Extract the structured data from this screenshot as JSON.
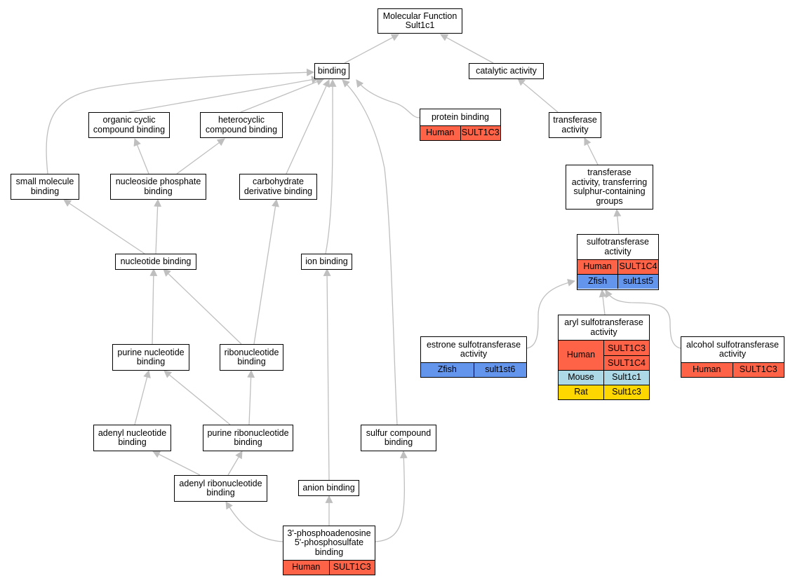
{
  "colors": {
    "edge": "#bfbfbf",
    "human": "#ff6347",
    "zfish": "#6495ed",
    "mouse": "#add8e6",
    "rat": "#ffd700"
  },
  "nodes": {
    "root": {
      "title": "Molecular Function\nSult1c1"
    },
    "binding": {
      "title": "binding"
    },
    "catalytic": {
      "title": "catalytic activity"
    },
    "organic_cyclic": {
      "title": "organic cyclic\ncompound binding"
    },
    "heterocyclic": {
      "title": "heterocyclic\ncompound binding"
    },
    "protein_binding": {
      "title": "protein binding",
      "annotations": [
        {
          "species": "Human",
          "genes": [
            "SULT1C3"
          ]
        }
      ]
    },
    "transferase": {
      "title": "transferase\nactivity"
    },
    "small_molecule": {
      "title": "small molecule\nbinding"
    },
    "nucleoside_phosphate": {
      "title": "nucleoside phosphate\nbinding"
    },
    "carbohydrate": {
      "title": "carbohydrate\nderivative binding"
    },
    "transferase_sulphur": {
      "title": "transferase\nactivity, transferring\nsulphur-containing\ngroups"
    },
    "nucleotide": {
      "title": "nucleotide binding"
    },
    "ion": {
      "title": "ion binding"
    },
    "sulfotransferase": {
      "title": "sulfotransferase\nactivity",
      "annotations": [
        {
          "species": "Human",
          "genes": [
            "SULT1C4"
          ]
        },
        {
          "species": "Zfish",
          "genes": [
            "sult1st5"
          ]
        }
      ]
    },
    "purine_nucleotide": {
      "title": "purine nucleotide\nbinding"
    },
    "ribonucleotide": {
      "title": "ribonucleotide\nbinding"
    },
    "estrone": {
      "title": "estrone sulfotransferase\nactivity",
      "annotations": [
        {
          "species": "Zfish",
          "genes": [
            "sult1st6"
          ]
        }
      ]
    },
    "aryl": {
      "title": "aryl sulfotransferase\nactivity",
      "annotations": [
        {
          "species": "Human",
          "genes": [
            "SULT1C3",
            "SULT1C4"
          ]
        },
        {
          "species": "Mouse",
          "genes": [
            "Sult1c1"
          ]
        },
        {
          "species": "Rat",
          "genes": [
            "Sult1c3"
          ]
        }
      ]
    },
    "alcohol": {
      "title": "alcohol sulfotransferase\nactivity",
      "annotations": [
        {
          "species": "Human",
          "genes": [
            "SULT1C3"
          ]
        }
      ]
    },
    "adenyl_nucleotide": {
      "title": "adenyl nucleotide\nbinding"
    },
    "purine_ribonucleotide": {
      "title": "purine ribonucleotide\nbinding"
    },
    "sulfur_compound": {
      "title": "sulfur compound\nbinding"
    },
    "adenyl_ribonucleotide": {
      "title": "adenyl ribonucleotide\nbinding"
    },
    "anion": {
      "title": "anion binding"
    },
    "paps": {
      "title": "3'-phosphoadenosine\n5'-phosphosulfate\nbinding",
      "annotations": [
        {
          "species": "Human",
          "genes": [
            "SULT1C3"
          ]
        }
      ]
    }
  }
}
